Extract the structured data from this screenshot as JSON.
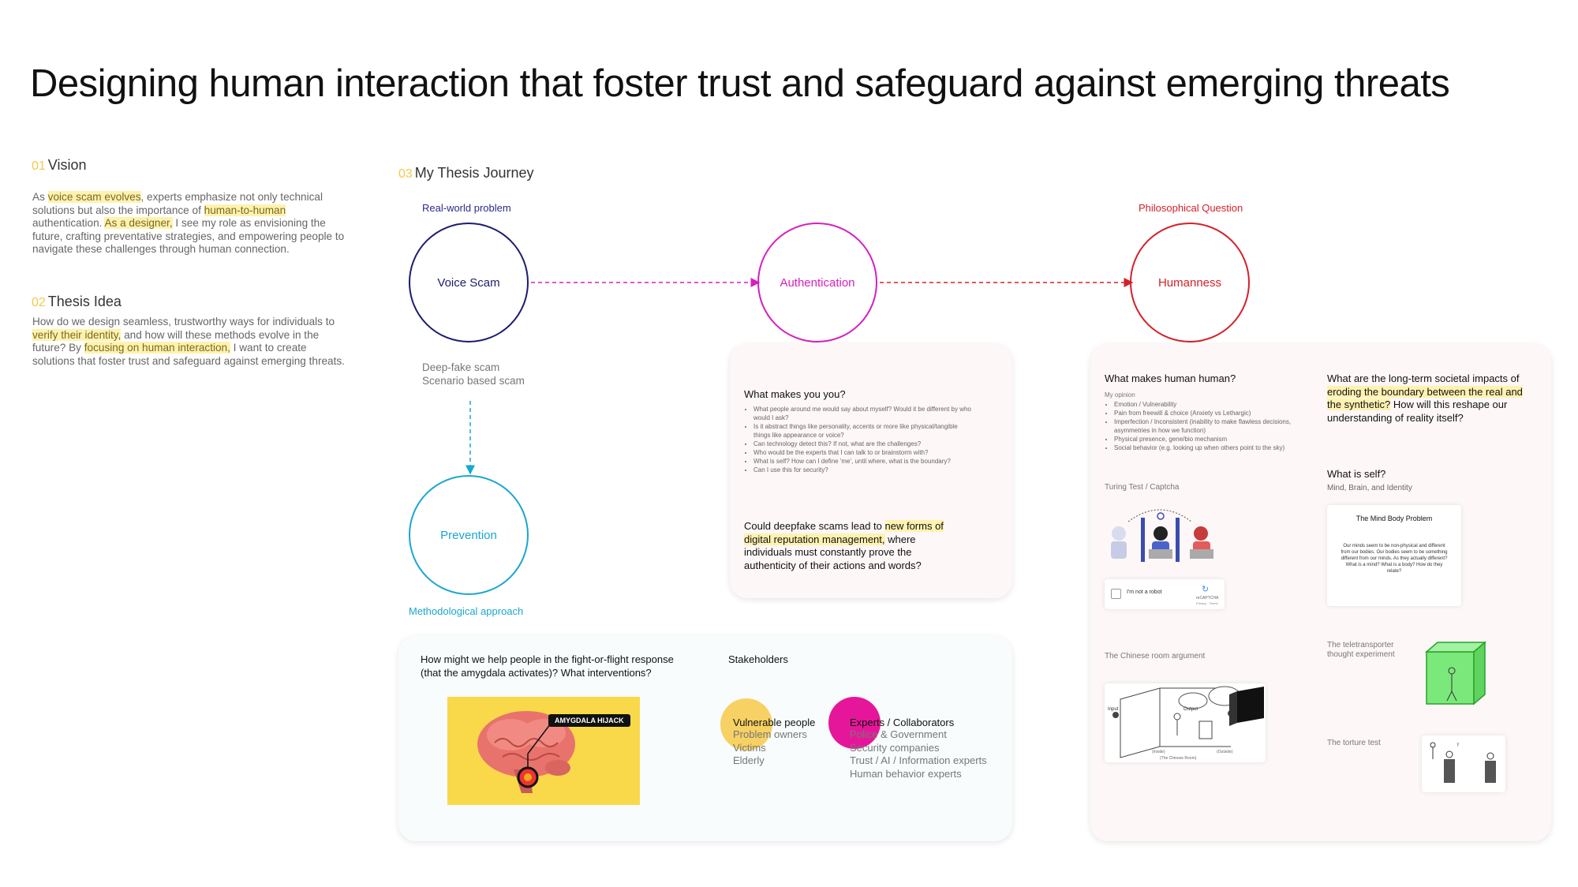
{
  "title": "Designing human interaction that foster trust and safeguard against emerging threats",
  "vision": {
    "num": "01",
    "heading": "Vision",
    "text": {
      "p1": "As ",
      "h1": "voice scam evolves",
      "p2": ", experts emphasize not only technical solutions but also the importance of ",
      "h2": "human-to-human",
      "p3": " authentication. ",
      "h3": "As a designer,",
      "p4": " I see my role as envisioning the future, crafting preventative strategies, and empowering people to navigate these challenges through human connection."
    }
  },
  "thesis": {
    "num": "02",
    "heading": "Thesis Idea",
    "text": {
      "p1": "How do we design seamless, trustworthy ways for individuals to ",
      "h1": "verify their identity,",
      "p2": " and how will these methods evolve in the future? By ",
      "h2": "focusing on human interaction,",
      "p3": " I want to create solutions that foster trust and safeguard against emerging threats."
    }
  },
  "journey": {
    "num": "03",
    "heading": "My Thesis Journey",
    "real_world_label": "Real-world problem",
    "philosophical_label": "Philosophical Question",
    "methodological_label": "Methodological approach",
    "nodes": {
      "voice_scam": "Voice Scam",
      "authentication": "Authentication",
      "humanness": "Humanness",
      "prevention": "Prevention"
    },
    "voice_scam_sub": [
      "Deep-fake scam",
      "Scenario based scam"
    ],
    "colors": {
      "voice_scam": "#1c1c6e",
      "authentication": "#d61fbf",
      "humanness": "#d4202a",
      "prevention": "#1aa6d0"
    }
  },
  "auth_card": {
    "q1": "What makes you you?",
    "bullets": [
      "What people around me would say about myself? Would it be different by who would I ask?",
      "Is it abstract things like personality, accents or more like physical/tangible things like appearance or voice?",
      "Can technology detect this? If not, what are the challenges?",
      "Who would be the experts that I can talk to or brainstorm with?",
      "What is self? How can I define 'me', until where, what is the boundary?",
      "Can I use this for security?"
    ],
    "q2": {
      "p1": "Could deepfake scams lead to ",
      "h1": "new forms of digital reputation management,",
      "p2": " where individuals must constantly prove the authenticity of their actions and words?"
    }
  },
  "prevention_card": {
    "question": "How might we help people in the fight-or-flight response (that the amygdala activates)? What interventions?",
    "image_label": "AMYGDALA HIJACK",
    "stakeholders_heading": "Stakeholders",
    "groups": [
      {
        "title": "Vulnerable people",
        "items": [
          "Problem owners",
          "Victims",
          "Elderly"
        ],
        "color": "#f7c948"
      },
      {
        "title": "Experts / Collaborators",
        "items": [
          "Police & Government",
          "Security companies",
          "Trust / AI / Information experts",
          "Human behavior experts"
        ],
        "color": "#e6169a"
      }
    ]
  },
  "human_card": {
    "q1": "What makes human human?",
    "opinion_label": "My opinion",
    "opinions": [
      "Emotion / Vulnerability",
      "Pain from freewill & choice (Anxiety vs Lethargic)",
      "Imperfection / Inconsistent (inability to make flawless decisions, asymmetries in how we function)",
      "Physical presence, gene/bio mechanism",
      "Social behavior (e.g. looking up when others point to the sky)"
    ],
    "q2": {
      "p1": "What are the long-term societal impacts of ",
      "h1": "eroding the boundary between the real and the synthetic?",
      "p2": " How will this reshape our understanding of reality itself?"
    },
    "turing_caption": "Turing Test / Captcha",
    "captcha_text": "I'm not a robot",
    "captcha_brand": "reCAPTCHA",
    "captcha_terms": "Privacy - Terms",
    "self_q": "What is self?",
    "self_sub": "Mind, Brain, and Identity",
    "mind_title": "The Mind Body Problem",
    "mind_text": "Our minds seem to be non-physical and different from our bodies. Our bodies seem to be something different from our minds. As they actually different? What is a mind? What is a body? How do they relate?",
    "chinese_caption": "The Chinese room argument",
    "chinese_input": "Input",
    "chinese_output": "Output",
    "chinese_inside": "(Inside)",
    "chinese_outside": "(Outside)",
    "chinese_room": "(The Chinese Room)",
    "teleport_caption": "The teletransporter thought experiment",
    "torture_caption": "The torture test"
  }
}
